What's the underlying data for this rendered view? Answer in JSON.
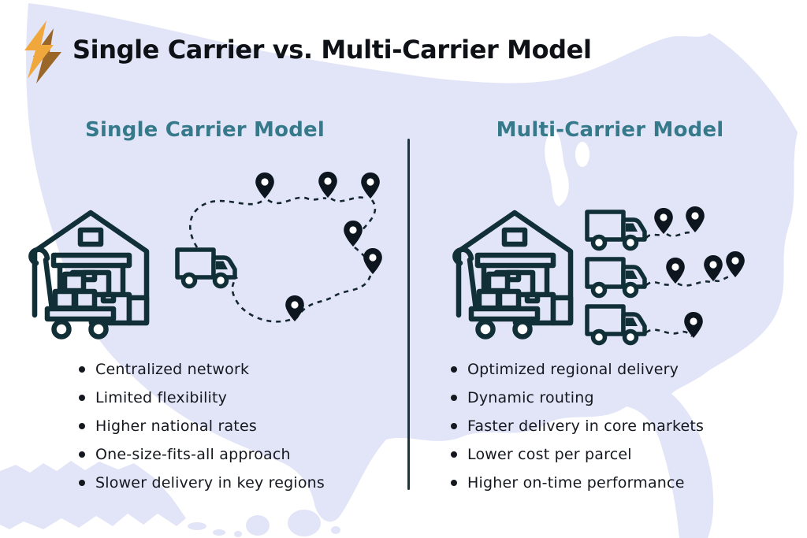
{
  "title": {
    "text": "Single Carrier vs. Multi-Carrier Model",
    "icon": "lightning-bolt-icon"
  },
  "colors": {
    "background": "#ffffff",
    "map_fill": "#e2e4f7",
    "heading_teal": "#35798a",
    "title_text": "#0e1216",
    "body_text": "#15191f",
    "icon_stroke": "#112f36",
    "pin_fill": "#0d161e",
    "divider": "#1a353e",
    "bolt_front": "#f0a83d",
    "bolt_back": "#9a6729"
  },
  "background_map": "usa-map-silhouette",
  "panels": {
    "left": {
      "heading": "Single Carrier Model",
      "illustration": {
        "icons": [
          "warehouse-icon",
          "delivery-truck-icon",
          "location-pin-icon"
        ],
        "trucks": 1,
        "pins": 6,
        "route": "single-dashed-loop"
      },
      "bullets": [
        "Centralized network",
        "Limited flexibility",
        "Higher national rates",
        "One-size-fits-all approach",
        "Slower delivery in key regions"
      ]
    },
    "right": {
      "heading": "Multi-Carrier Model",
      "illustration": {
        "icons": [
          "warehouse-icon",
          "delivery-truck-icon",
          "location-pin-icon"
        ],
        "trucks": 3,
        "route_pins": [
          2,
          3,
          1
        ],
        "route": "parallel-dashed-routes"
      },
      "bullets": [
        "Optimized regional delivery",
        "Dynamic routing",
        "Faster delivery in core markets",
        "Lower cost per parcel",
        "Higher on-time performance"
      ]
    }
  }
}
